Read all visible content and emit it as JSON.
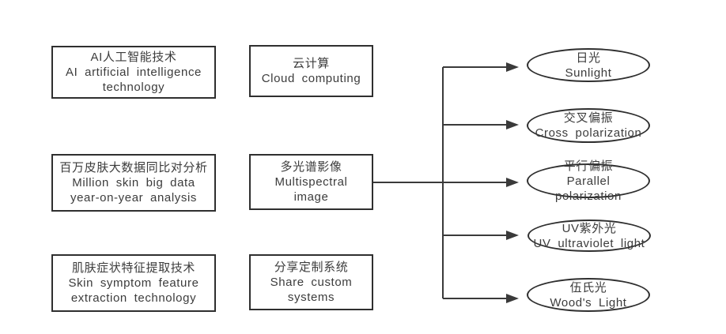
{
  "page": {
    "background_color": "#ffffff",
    "line_color": "#3a3a3a",
    "text_color": "#3c3c3c"
  },
  "diagram": {
    "left_column": [
      {
        "name": "ai-technology",
        "lines": [
          "AI人工智能技术",
          "AI artificial intelligence",
          "technology"
        ]
      },
      {
        "name": "million-skin-big-data",
        "lines": [
          "百万皮肤大数据同比对分析",
          "Million skin big data",
          "year-on-year analysis"
        ]
      },
      {
        "name": "skin-symptom-feature",
        "lines": [
          "肌肤症状特征提取技术",
          "Skin symptom feature",
          "extraction technology"
        ]
      }
    ],
    "middle_column": [
      {
        "name": "cloud-computing",
        "lines": [
          "云计算",
          "Cloud computing"
        ]
      },
      {
        "name": "multispectral-image",
        "lines": [
          "多光谱影像",
          "Multispectral",
          "image"
        ]
      },
      {
        "name": "share-custom-systems",
        "lines": [
          "分享定制系统",
          "Share custom",
          "systems"
        ]
      }
    ],
    "light_modes": [
      {
        "name": "sunlight",
        "lines": [
          "日光",
          "Sunlight"
        ]
      },
      {
        "name": "cross-polarization",
        "lines": [
          "交叉偏振",
          "Cross polarization"
        ]
      },
      {
        "name": "parallel-polarization",
        "lines": [
          "平行偏振",
          "Parallel",
          "polarization"
        ]
      },
      {
        "name": "uv-ultraviolet-light",
        "lines": [
          "UV紫外光",
          "UV ultraviolet light"
        ]
      },
      {
        "name": "woods-light",
        "lines": [
          "伍氏光",
          "Wood's Light"
        ]
      }
    ]
  }
}
